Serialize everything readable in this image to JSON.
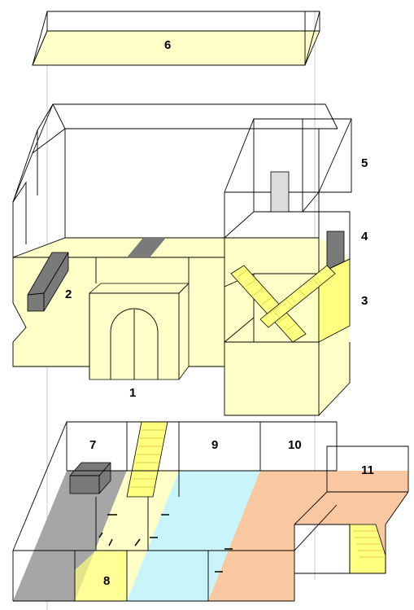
{
  "labels": {
    "l1": "1",
    "l2": "2",
    "l3": "3",
    "l4": "4",
    "l5": "5",
    "l6": "6",
    "l7": "7",
    "l8": "8",
    "l9": "9",
    "l10": "10",
    "l11": "11"
  },
  "colors": {
    "yellow": "#ffffc8",
    "stair_yellow": "#ffff80",
    "gray": "#a6a6a6",
    "dark_gray": "#7a7a7a",
    "light_gray": "#dcdcdc",
    "cyan": "#c8f4fa",
    "orange": "#fac8a0",
    "guide": "#c8c8c8"
  }
}
